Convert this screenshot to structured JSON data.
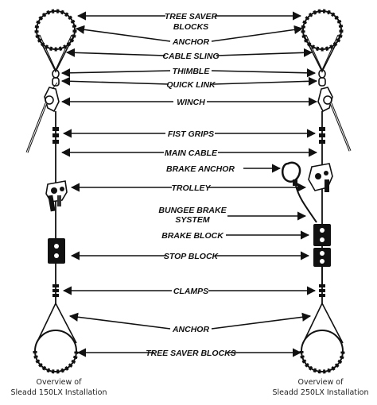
{
  "labels": {
    "tree_saver_top_1": "TREE SAVER",
    "tree_saver_top_2": "BLOCKS",
    "anchor_top": "ANCHOR",
    "cable_sling": "CABLE SLING",
    "thimble": "THIMBLE",
    "quick_link": "QUICK LINK",
    "winch": "WINCH",
    "fist_grips": "FIST GRIPS",
    "main_cable": "MAIN CABLE",
    "brake_anchor": "BRAKE ANCHOR",
    "trolley": "TROLLEY",
    "bungee_1": "BUNGEE BRAKE",
    "bungee_2": "SYSTEM",
    "brake_block": "BRAKE BLOCK",
    "stop_block": "STOP BLOCK",
    "clamps": "CLAMPS",
    "anchor_bottom": "ANCHOR",
    "tree_saver_bottom": "TREE SAVER BLOCKS"
  },
  "captions": {
    "left_1": "Overview of",
    "left_2": "Sleadd 150LX Installation",
    "right_1": "Overview of",
    "right_2": "Sleadd 250LX Installation"
  }
}
